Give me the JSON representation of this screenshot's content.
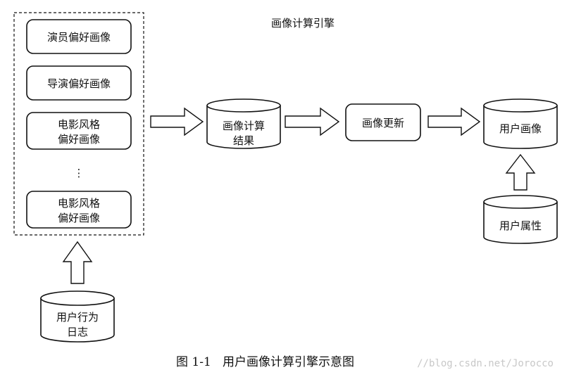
{
  "title": "画像计算引擎",
  "left_group": {
    "boxes": [
      {
        "lines": [
          "演员偏好画像"
        ]
      },
      {
        "lines": [
          "导演偏好画像"
        ]
      },
      {
        "lines": [
          "电影风格",
          "偏好画像"
        ]
      },
      {
        "lines": [
          "电影风格",
          "偏好画像"
        ]
      }
    ],
    "ellipsis": "⋮"
  },
  "nodes": {
    "log": {
      "lines": [
        "用户行为",
        "日志"
      ]
    },
    "result": {
      "lines": [
        "画像计算",
        "结果"
      ]
    },
    "update": {
      "lines": [
        "画像更新"
      ]
    },
    "profile": {
      "lines": [
        "用户画像"
      ]
    },
    "attr": {
      "lines": [
        "用户属性"
      ]
    }
  },
  "caption": "图 1-1   用户画像计算引擎示意图",
  "watermark": "//blog.csdn.net/Jorocco"
}
